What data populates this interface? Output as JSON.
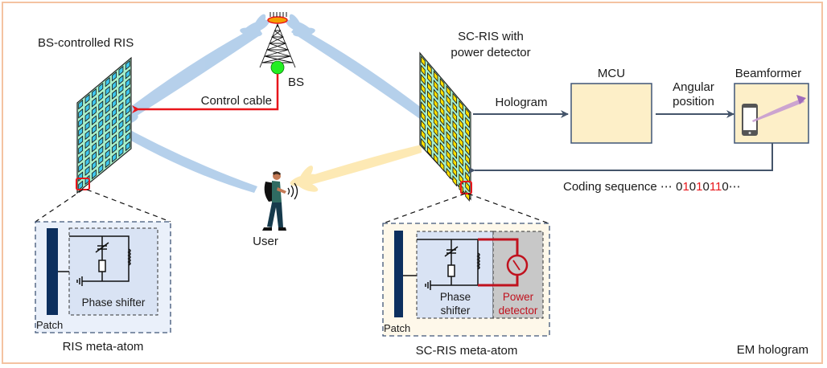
{
  "figure": {
    "caption": "EM hologram",
    "colors": {
      "frame": "#f4c3a1",
      "beam_blue": "#a9c8e8",
      "beam_yellow": "#fde6a8",
      "ris_panel": "#a8f0cc",
      "ris_patch_cyan": "#40c8ee",
      "scris_patch_yellow": "#ffe000",
      "control_cable": "#e8161b",
      "arrow": "#44546a",
      "box_fill": "#fdefc8",
      "box_stroke": "#3f5577",
      "patch_bar": "#0c2f5e",
      "power_detector": "#c0121e",
      "bs_node": "#22ee22"
    }
  },
  "bs": {
    "label": "BS"
  },
  "ris_left": {
    "title": "BS-controlled RIS",
    "cols": 8,
    "rows": 10
  },
  "ris_right": {
    "title_line1": "SC-RIS with",
    "title_line2": "power detector",
    "cols": 8,
    "rows": 10
  },
  "control_cable": {
    "label": "Control cable"
  },
  "user": {
    "label": "User"
  },
  "hologram_arrow": {
    "label": "Hologram"
  },
  "mcu": {
    "label": "MCU"
  },
  "angular_arrow": {
    "line1": "Angular",
    "line2": "position"
  },
  "beamformer": {
    "label": "Beamformer"
  },
  "coding": {
    "prefix": "Coding sequence ⋯ ",
    "bits": [
      "0",
      "1",
      "0",
      "1",
      "0",
      "1",
      "1",
      "0"
    ],
    "red_bit": "1",
    "suffix": "⋯"
  },
  "ris_meta_atom": {
    "title": "RIS meta-atom",
    "patch_label": "Patch",
    "phase_shifter_label": "Phase shifter"
  },
  "scris_meta_atom": {
    "title": "SC-RIS meta-atom",
    "patch_label": "Patch",
    "phase_line1": "Phase",
    "phase_line2": "shifter",
    "power_line1": "Power",
    "power_line2": "detector"
  }
}
